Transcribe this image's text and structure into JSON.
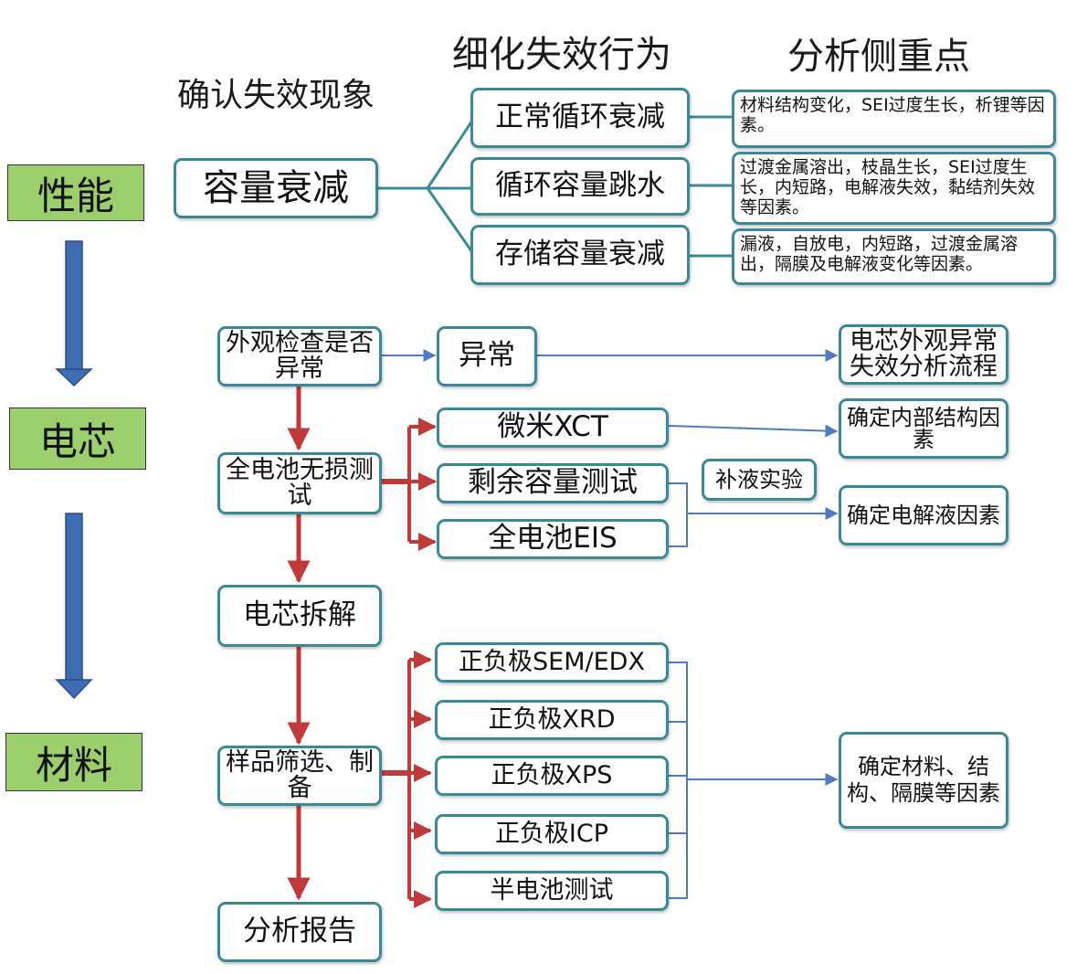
{
  "headers": {
    "confirm": "确认失效现象",
    "refine": "细化失效行为",
    "focus": "分析侧重点"
  },
  "stages": {
    "performance": "性能",
    "cell": "电芯",
    "material": "材料"
  },
  "performance": {
    "main": "容量衰减",
    "behaviors": [
      {
        "label": "正常循环衰减",
        "focus": "材料结构变化，SEI过度生长，析锂等因素。"
      },
      {
        "label": "循环容量跳水",
        "focus": "过渡金属溶出，枝晶生长，SEI过度生长，内短路，电解液失效，黏结剂失效等因素。"
      },
      {
        "label": "存储容量衰减",
        "focus": "漏液，自放电，内短路，过渡金属溶出，隔膜及电解液变化等因素。"
      }
    ]
  },
  "flow": {
    "steps": [
      "外观检查是否异常",
      "全电池无损测试",
      "电芯拆解",
      "样品筛选、制备",
      "分析报告"
    ],
    "abnormal": "异常",
    "abnormal_result": "电芯外观异常失效分析流程",
    "nondestructive_tests": [
      "微米XCT",
      "剩余容量测试",
      "全电池EIS"
    ],
    "refill": "补液实验",
    "internal_structure": "确定内部结构因素",
    "electrolyte": "确定电解液因素",
    "material_tests": [
      "正负极SEM/EDX",
      "正负极XRD",
      "正负极XPS",
      "正负极ICP",
      "半电池测试"
    ],
    "material_result": "确定材料、结构、隔膜等因素"
  },
  "colors": {
    "box_border": "#3a8a96",
    "stage_fill": "#9bcf6b",
    "red_arrow": "#c0393b",
    "blue_arrow": "#4f7bbf",
    "big_arrow": "#3d6db3"
  }
}
